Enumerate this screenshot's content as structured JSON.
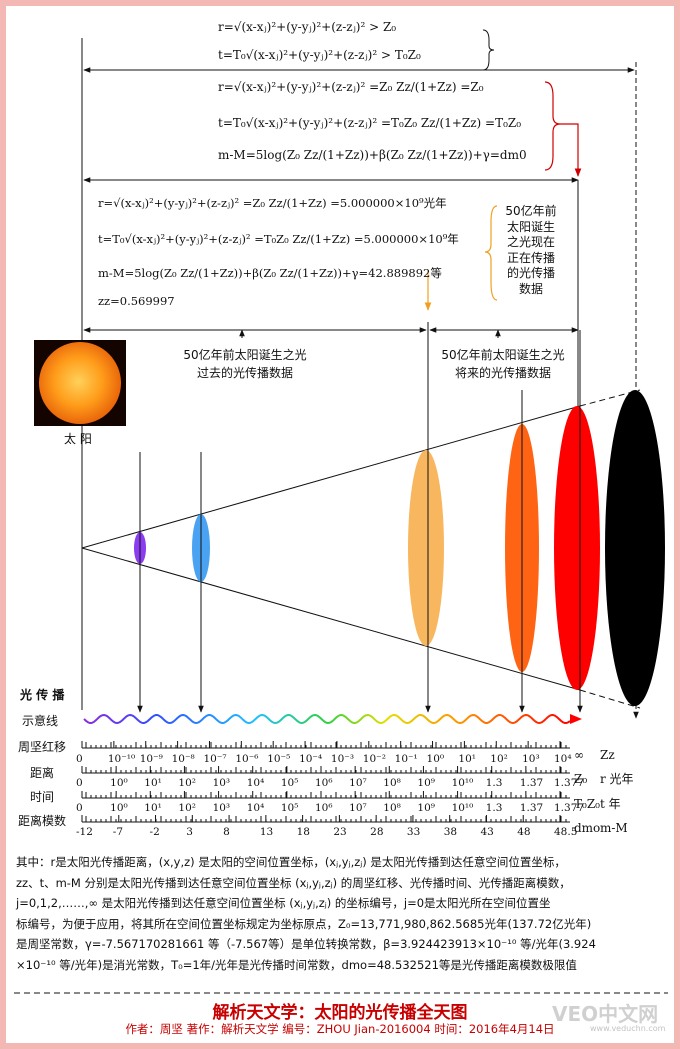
{
  "formulas": {
    "block1": {
      "r": "r=√(x-xⱼ)²+(y-yⱼ)²+(z-zⱼ)² > Z₀",
      "t": "t=T₀√(x-xⱼ)²+(y-yⱼ)²+(z-zⱼ)² > T₀Z₀"
    },
    "block2": {
      "r": "r=√(x-xⱼ)²+(y-yⱼ)²+(z-zⱼ)² =Z₀ Zz/(1+Zz) =Z₀",
      "t": "t=T₀√(x-xⱼ)²+(y-yⱼ)²+(z-zⱼ)² =T₀Z₀ Zz/(1+Zz) =T₀Z₀",
      "m": "m-M=5log(Z₀ Zz/(1+Zz))+β(Z₀ Zz/(1+Zz))+γ=dm0"
    },
    "block3": {
      "r": "r=√(x-xⱼ)²+(y-yⱼ)²+(z-zⱼ)² =Z₀ Zz/(1+Zz) =5.000000×10⁹光年",
      "t": "t=T₀√(x-xⱼ)²+(y-yⱼ)²+(z-zⱼ)² =T₀Z₀ Zz/(1+Zz) =5.000000×10⁹年",
      "m": "m-M=5log(Z₀ Zz/(1+Zz))+β(Z₀ Zz/(1+Zz))+γ=42.889892等",
      "zz": "zz=0.569997"
    }
  },
  "side_note": [
    "50亿年前",
    "太阳诞生",
    "之光现在",
    "正在传播",
    "的光传播",
    "数据"
  ],
  "past_label": [
    "50亿年前太阳诞生之光",
    "过去的光传播数据"
  ],
  "future_label": [
    "50亿年前太阳诞生之光",
    "将来的光传播数据"
  ],
  "sun_label": "太 阳",
  "cone_colors": [
    "#8a3cf0",
    "#4aa3f2",
    "#f8b75e",
    "#ff6414",
    "#ff0000",
    "#000000"
  ],
  "rows": {
    "title": "光 传 播",
    "wave": "示意线",
    "redshift": "周坚红移",
    "distance": "距离",
    "time": "时间",
    "modulus": "距离模数"
  },
  "scales": {
    "redshift_ticks": [
      "0",
      "10⁻¹⁰",
      "10⁻⁹",
      "10⁻⁸",
      "10⁻⁷",
      "10⁻⁶",
      "10⁻⁵",
      "10⁻⁴",
      "10⁻³",
      "10⁻²",
      "10⁻¹",
      "10⁰",
      "10¹",
      "10²",
      "10³",
      "10⁴"
    ],
    "redshift_end": [
      "∞",
      "Zz"
    ],
    "distance_ticks": [
      "0",
      "10⁰",
      "10¹",
      "10²",
      "10³",
      "10⁴",
      "10⁵",
      "10⁶",
      "10⁷",
      "10⁸",
      "10⁹",
      "10¹⁰",
      "1.3",
      "1.37",
      "1.377"
    ],
    "distance_end": [
      "Z₀",
      "r 光年"
    ],
    "time_ticks": [
      "0",
      "10⁰",
      "10¹",
      "10²",
      "10³",
      "10⁴",
      "10⁵",
      "10⁶",
      "10⁷",
      "10⁸",
      "10⁹",
      "10¹⁰",
      "1.3",
      "1.37",
      "1.377"
    ],
    "time_end": [
      "T₀Z₀",
      "t 年"
    ],
    "modulus_ticks": [
      "-12",
      "-7",
      "-2",
      "3",
      "8",
      "13",
      "18",
      "23",
      "28",
      "33",
      "38",
      "43",
      "48",
      "48.5"
    ],
    "modulus_end": [
      "dmo",
      "m-M"
    ]
  },
  "explanation": [
    "其中：r是太阳光传播距离，(x,y,z) 是太阳的空间位置坐标，(xⱼ,yⱼ,zⱼ) 是太阳光传播到达任意空间位置坐标，",
    "zz、t、m-M 分别是太阳光传播到达任意空间位置坐标 (xⱼ,yⱼ,zⱼ) 的周坚红移、光传播时间、光传播距离模数，",
    "j=0,1,2,……,∞ 是太阳光传播到达任意空间位置坐标 (xⱼ,yⱼ,zⱼ) 的坐标编号，j=0是太阳光所在空间位置坐",
    "标编号，为便于应用，将其所在空间位置坐标规定为坐标原点，Z₀=13,771,980,862.5685光年(137.72亿光年)",
    "是周坚常数，γ=-7.567170281661 等（-7.567等）是单位转换常数，β=3.924423913×10⁻¹⁰ 等/光年(3.924",
    "×10⁻¹⁰ 等/光年)是消光常数，T₀=1年/光年是光传播时间常数，dmo=48.532521等是光传播距离模数极限值"
  ],
  "footer": {
    "title": "解析天文学：太阳的光传播全天图",
    "meta": "作者：周坚   著作：解析天文学   编号：ZHOU Jian-2016004   时间：2016年4月14日",
    "watermark": "VEO中文网",
    "watermark_url": "www.veduchn.com"
  }
}
